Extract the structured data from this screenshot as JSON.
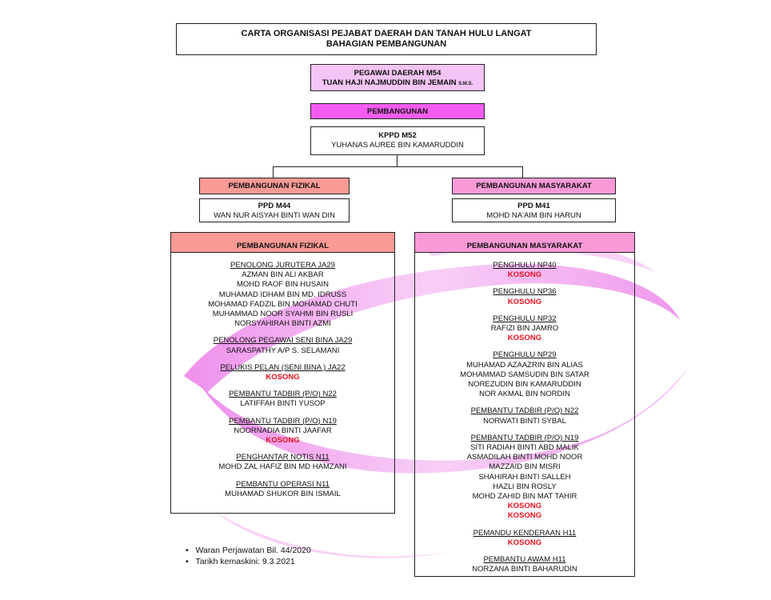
{
  "title": {
    "line1": "CARTA ORGANISASI PEJABAT DAERAH DAN TANAH HULU LANGAT",
    "line2": "BAHAGIAN PEMBANGUNAN"
  },
  "head": {
    "line1": "PEGAWAI DAERAH M54",
    "line2": "TUAN  HAJI NAJMUDDIN BIN JEMAIN",
    "suffix": "S.M.S."
  },
  "pembangunan_label": "PEMBANGUNAN",
  "kppd": {
    "title": "KPPD M52",
    "name": "YUHANAS AUREE BIN KAMARUDDIN"
  },
  "fizikal_label": "PEMBANGUNAN FIZIKAL",
  "masyarakat_label": "PEMBANGUNAN MASYARAKAT",
  "ppd_fizikal": {
    "title": "PPD M44",
    "name": "WAN NUR AISYAH BINTI WAN DIN"
  },
  "ppd_masyarakat": {
    "title": "PPD M41",
    "name": "MOHD NA'AIM BIN HARUN"
  },
  "fizikal_panel": {
    "header": "PEMBANGUNAN FIZIKAL",
    "groups": [
      {
        "title": "PENOLONG JURUTERA JA29",
        "names": [
          "AZMAN BIN ALI AKBAR",
          "MOHD RAOF BIN HUSAIN",
          "MUHAMAD IDHAM BIN MD. IDRUSS",
          "MOHAMAD FADZIL BIN MOHAMAD CHUTI",
          "MUHAMMAD NOOR SYAHMI BIN RUSLI",
          "NORSYAHIRAH BINTI AZMI"
        ],
        "kosong": 0
      },
      {
        "title": "PENOLONG PEGAWAI SENI BINA JA29",
        "names": [
          "SARASPATHY A/P S. SELAMANI"
        ],
        "kosong": 0
      },
      {
        "title": "PELUKIS PELAN (SENI BINA ) JA22",
        "names": [],
        "kosong": 1
      },
      {
        "title": "PEMBANTU TADBIR (P/O) N22",
        "names": [
          "LATIFFAH BINTI YUSOP"
        ],
        "kosong": 0
      },
      {
        "title": "PEMBANTU TADBIR  (P/O) N19",
        "names": [
          "NOORNADIA BINTI JAAFAR"
        ],
        "kosong": 1
      },
      {
        "title": "PENGHANTAR NOTIS N11",
        "names": [
          "MOHD ZAL HAFIZ BIN MD HAMZANI"
        ],
        "kosong": 0
      },
      {
        "title": "PEMBANTU OPERASI N11",
        "names": [
          "MUHAMAD SHUKOR BIN ISMAIL"
        ],
        "kosong": 0
      }
    ]
  },
  "masyarakat_panel": {
    "header": "PEMBANGUNAN  MASYARAKAT",
    "groups": [
      {
        "title": "PENGHULU NP40",
        "names": [],
        "kosong": 1
      },
      {
        "title": "PENGHULU NP36",
        "names": [],
        "kosong": 1
      },
      {
        "title": "PENGHULU NP32",
        "names": [
          "RAFIZI BIN JAMRO"
        ],
        "kosong": 1
      },
      {
        "title": "PENGHULU NP29",
        "names": [
          "MUHAMAD AZAAZRIN BIN ALIAS",
          "MOHAMMAD SAMSUDIN BIN SATAR",
          "NOREZUDIN BIN KAMARUDDIN",
          "NOR AKMAL BIN NORDIN"
        ],
        "kosong": 0
      },
      {
        "title": "PEMBANTU TADBIR (P/O) N22",
        "names": [
          "NORWATI BINTI SYBAL"
        ],
        "kosong": 0
      },
      {
        "title": "PEMBANTU TADBIR (P/O) N19",
        "names": [
          "SITI RADIAH BINTI ABD MALIK",
          "ASMADILAH BINTI MOHD NOOR",
          "MAZZAID BIN MISRI",
          "SHAHIRAH BINTI SALLEH",
          "HAZLI BIN ROSLY",
          "MOHD ZAHID BIN MAT TAHIR"
        ],
        "kosong": 2
      },
      {
        "title": "PEMANDU KENDERAAN H11",
        "names": [],
        "kosong": 1
      },
      {
        "title": "PEMBANTU AWAM H11",
        "names": [
          "NORZANA BINTI BAHARUDIN"
        ],
        "kosong": 0
      }
    ]
  },
  "kosong_label": "KOSONG",
  "notes": [
    "Waran Perjawatan Bil. 44/2020",
    "Tarikh kemaskini: 9.3.2021"
  ],
  "colors": {
    "violet_box": "#f3c4f4",
    "magenta_box": "#f25cf0",
    "salmon_box": "#f99a94",
    "pink_box": "#f99ad7",
    "kosong_red": "#e8101e"
  },
  "watermark_icon": "swoosh-logo-watermark"
}
